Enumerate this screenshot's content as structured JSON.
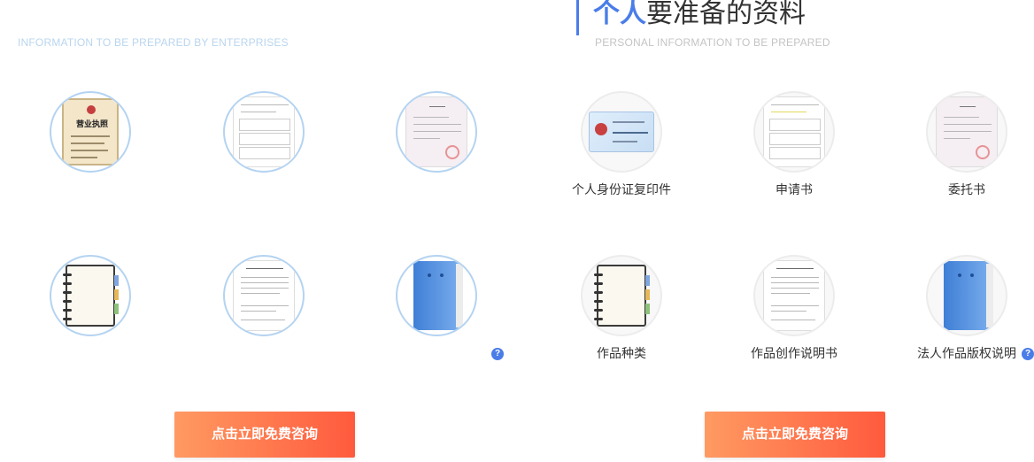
{
  "left": {
    "subtitle": "INFORMATION TO BE PREPARED BY ENTERPRISES",
    "cta_label": "点击立即免费咨询",
    "license_text": "营业执照"
  },
  "right": {
    "title_highlight": "个人",
    "title_rest": "要准备的资料",
    "subtitle": "PERSONAL INFORMATION TO BE PREPARED",
    "items": [
      {
        "label": "个人身份证复印件"
      },
      {
        "label": "申请书"
      },
      {
        "label": "委托书"
      },
      {
        "label": "作品种类"
      },
      {
        "label": "作品创作说明书"
      },
      {
        "label": "法人作品版权说明"
      }
    ],
    "cta_label": "点击立即免费咨询"
  },
  "help_icon_glyph": "?",
  "colors": {
    "accent": "#4a7de8",
    "cta_start": "#ff9a62",
    "cta_end": "#ff5a3d",
    "left_circle_border": "#b4d3f1",
    "left_subtitle": "#b9d5ef"
  },
  "icons": [
    "business-license-icon",
    "application-form-icon",
    "power-of-attorney-icon",
    "notebook-icon",
    "description-document-icon",
    "blue-folder-icon",
    "id-card-icon",
    "help-icon"
  ]
}
